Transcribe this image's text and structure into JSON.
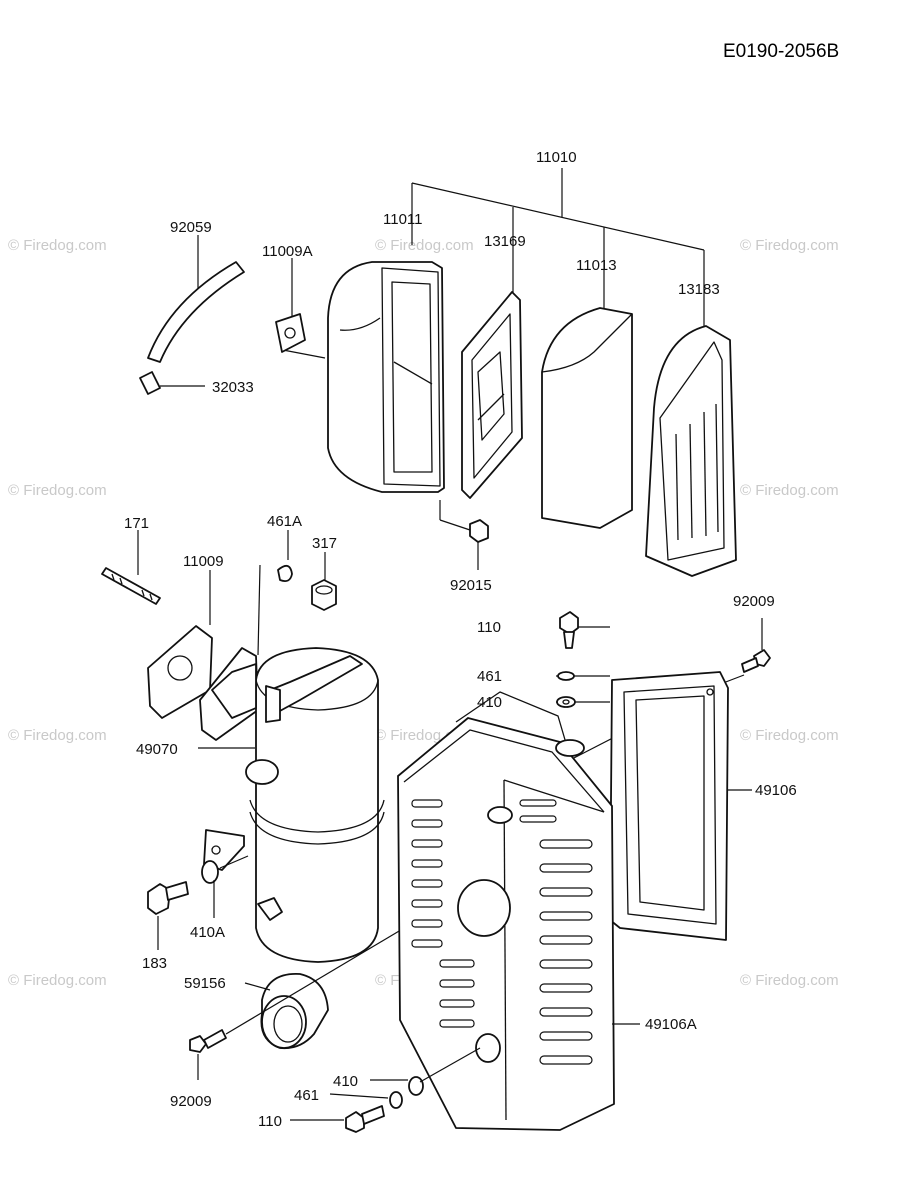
{
  "doc_number": "E0190-2056B",
  "watermark": "© Firedog.com",
  "labels": {
    "p11010": "11010",
    "p11011": "11011",
    "p13169": "13169",
    "p11013": "11013",
    "p13183": "13183",
    "p92059": "92059",
    "p11009A": "11009A",
    "p32033": "32033",
    "p171": "171",
    "p461A": "461A",
    "p317": "317",
    "p11009": "11009",
    "p92015": "92015",
    "p92009_top": "92009",
    "p110_top": "110",
    "p461_top": "461",
    "p410_top": "410",
    "p49070": "49070",
    "p49106": "49106",
    "p183": "183",
    "p410A": "410A",
    "p59156": "59156",
    "p49106A": "49106A",
    "p92009_bottom": "92009",
    "p410_bottom": "410",
    "p461_bottom": "461",
    "p110_bottom": "110"
  }
}
